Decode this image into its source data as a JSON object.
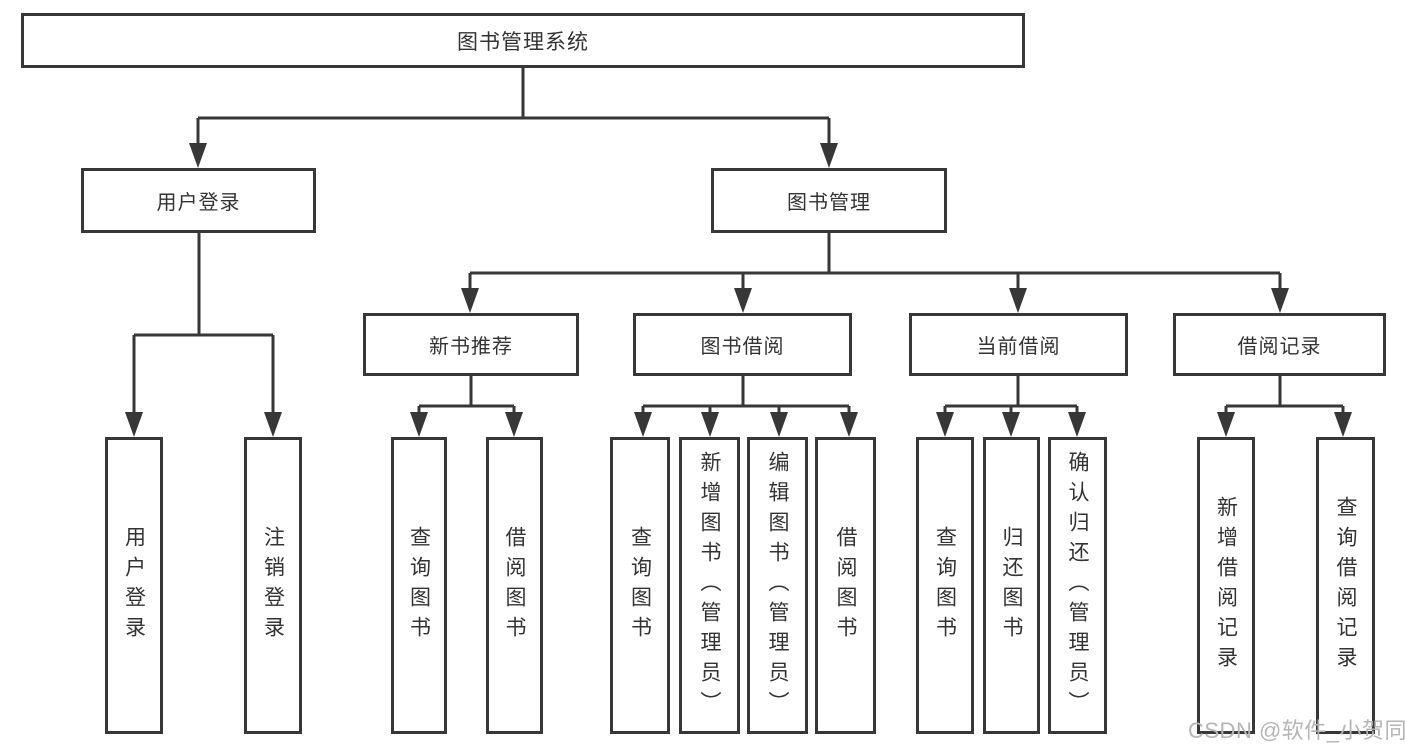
{
  "diagram": {
    "root": "图书管理系统",
    "branches": [
      {
        "label": "用户登录",
        "children": [
          "用户登录",
          "注销登录"
        ]
      },
      {
        "label": "图书管理",
        "sections": [
          {
            "label": "新书推荐",
            "children": [
              "查询图书",
              "借阅图书"
            ]
          },
          {
            "label": "图书借阅",
            "children": [
              "查询图书",
              "新增图书（管理员）",
              "编辑图书（管理员）",
              "借阅图书"
            ]
          },
          {
            "label": "当前借阅",
            "children": [
              "查询图书",
              "归还图书",
              "确认归还（管理员）"
            ]
          },
          {
            "label": "借阅记录",
            "children": [
              "新增借阅记录",
              "查询借阅记录"
            ]
          }
        ]
      }
    ]
  },
  "colors": {
    "line": "#373737",
    "text": "#333333",
    "watermark": "#b5b5b5"
  },
  "watermark": "CSDN @软件_小贺同学"
}
